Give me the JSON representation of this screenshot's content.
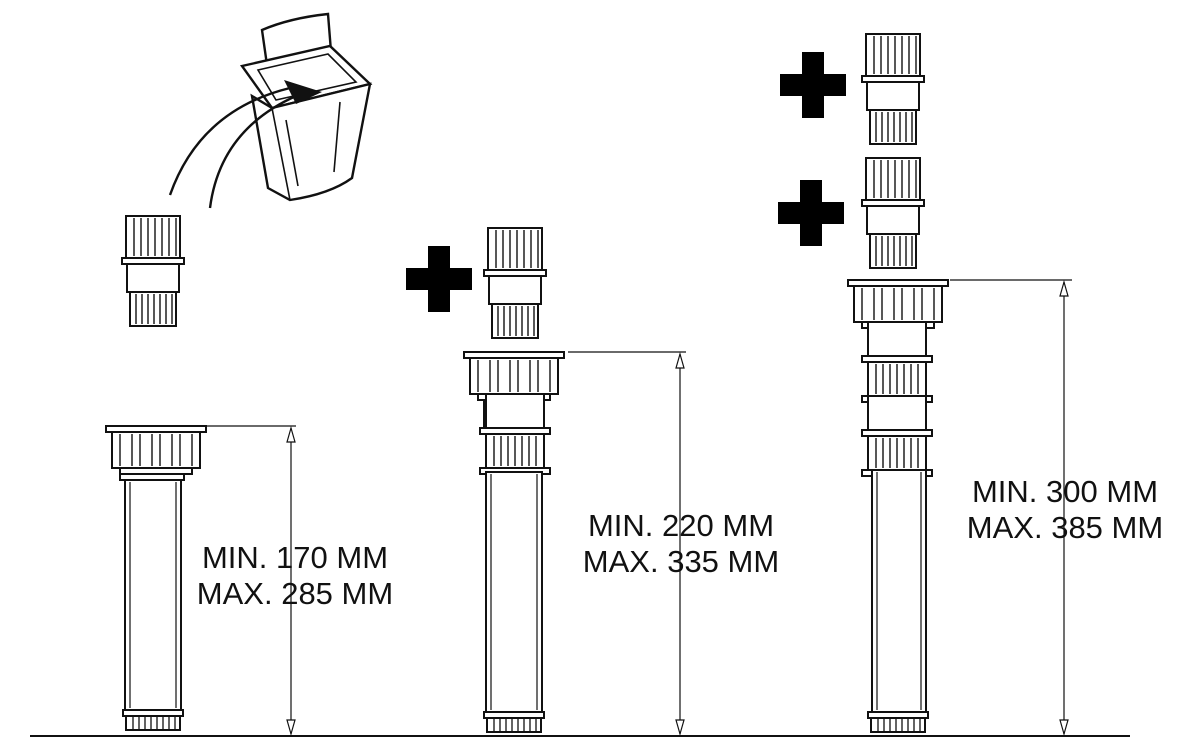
{
  "colors": {
    "line": "#111111",
    "fill": "#ffffff",
    "plus": "#000000"
  },
  "icons": [
    "trash-bin-icon",
    "curved-arrow-icon",
    "plus-icon"
  ],
  "configurations": [
    {
      "min_label": "MIN. 170 MM",
      "max_label": "MAX. 285 MM",
      "extensions_added": 0
    },
    {
      "min_label": "MIN. 220 MM",
      "max_label": "MAX. 335 MM",
      "extensions_added": 1
    },
    {
      "min_label": "MIN. 300 MM",
      "max_label": "MAX. 385 MM",
      "extensions_added": 2
    }
  ]
}
